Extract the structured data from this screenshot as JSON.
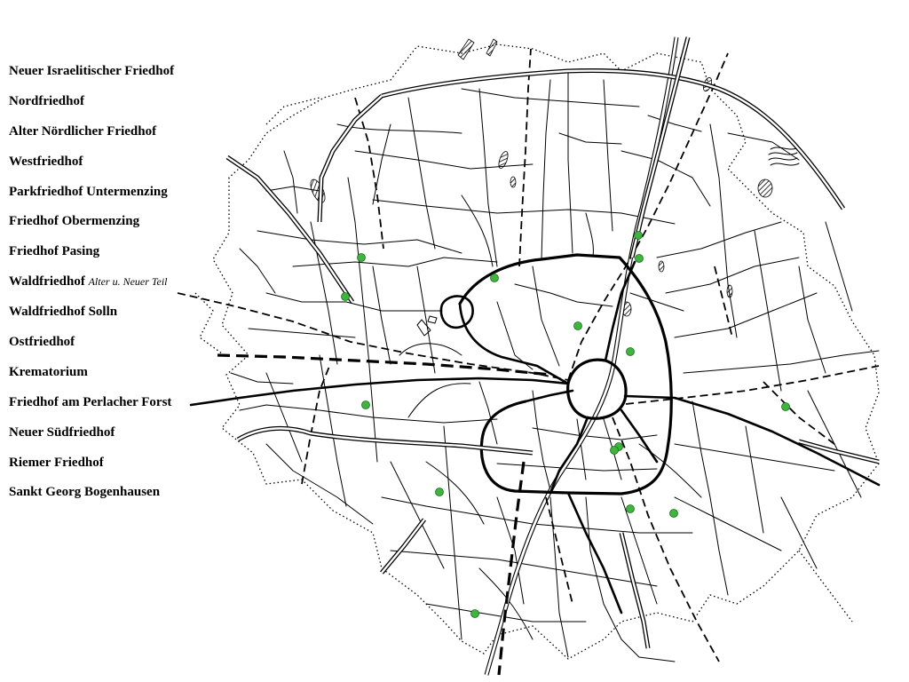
{
  "legend": {
    "cemeteries": [
      {
        "name": "Neuer Israelitischer Friedhof"
      },
      {
        "name": "Nordfriedhof"
      },
      {
        "name": "Alter Nördlicher Friedhof"
      },
      {
        "name": "Westfriedhof"
      },
      {
        "name": "Parkfriedhof Untermenzing"
      },
      {
        "name": "Friedhof Obermenzing"
      },
      {
        "name": "Friedhof Pasing"
      },
      {
        "name": "Waldfriedhof",
        "note": "Alter u. Neuer Teil"
      },
      {
        "name": "Waldfriedhof Solln"
      },
      {
        "name": "Ostfriedhof"
      },
      {
        "name": "Krematorium"
      },
      {
        "name": "Friedhof am Perlacher Forst"
      },
      {
        "name": "Neuer Südfriedhof"
      },
      {
        "name": "Riemer Friedhof"
      },
      {
        "name": "Sankt Georg Bogenhausen"
      }
    ]
  },
  "map": {
    "line_color": "#000000",
    "background_color": "#ffffff",
    "marker_color": "#3fb43f",
    "marker_icon": "green-dot-icon"
  }
}
